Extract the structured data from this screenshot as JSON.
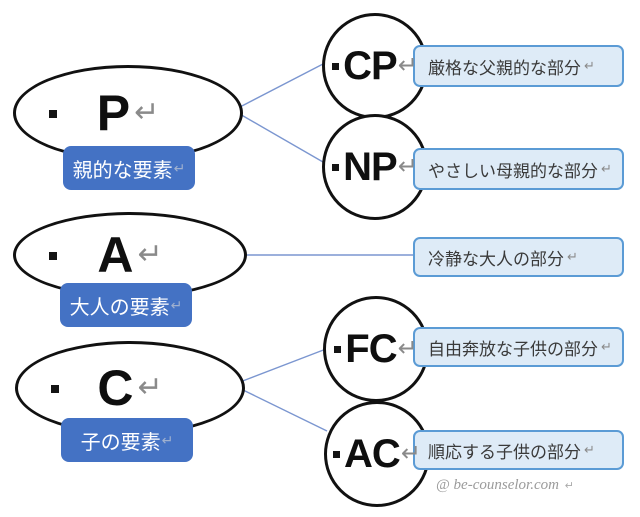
{
  "marks": {
    "return_glyph": "↵",
    "bullet_glyph": "▪"
  },
  "colors": {
    "shape_stroke": "#111111",
    "tag_background": "#4472c4",
    "tag_text": "#ffffff",
    "note_background": "#deebf7",
    "note_border": "#5b9bd5",
    "note_text": "#3a3a3a",
    "connector_line": "#7b96d0",
    "return_mark": "#8a8a8a",
    "watermark": "#9b9b9b"
  },
  "groups": [
    {
      "letter": "P",
      "label": "親的な要素",
      "children": [
        {
          "code": "CP",
          "note": "厳格な父親的な部分"
        },
        {
          "code": "NP",
          "note": "やさしい母親的な部分"
        }
      ]
    },
    {
      "letter": "A",
      "label": "大人の要素",
      "children": [
        {
          "note": "冷静な大人の部分"
        }
      ]
    },
    {
      "letter": "C",
      "label": "子の要素",
      "children": [
        {
          "code": "FC",
          "note": "自由奔放な子供の部分"
        },
        {
          "code": "AC",
          "note": "順応する子供の部分"
        }
      ]
    }
  ],
  "watermark": {
    "text": "@ be-counselor.com"
  }
}
